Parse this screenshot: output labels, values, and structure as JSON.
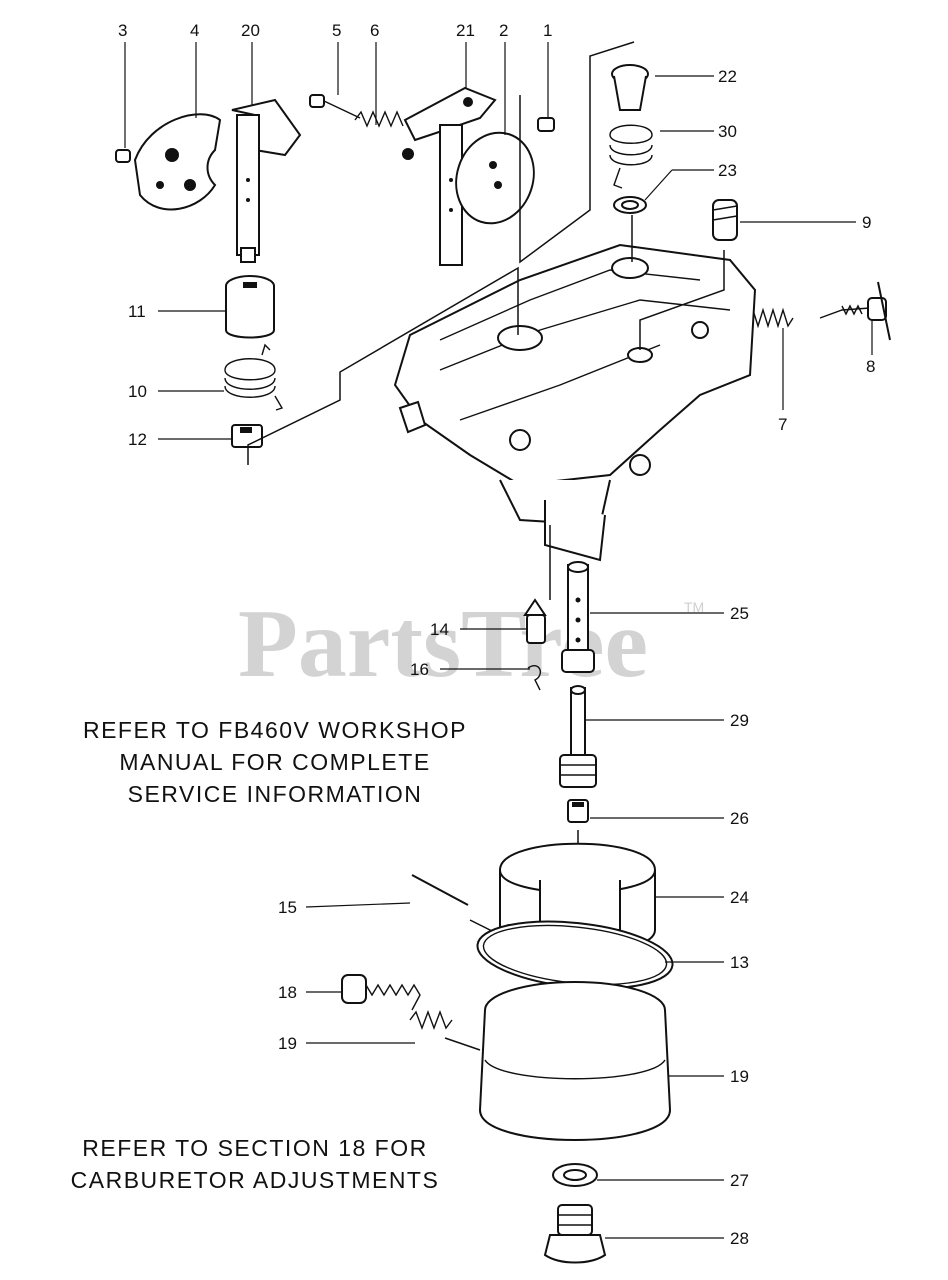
{
  "watermark": {
    "text": "PartsTree",
    "tm": "TM"
  },
  "notes": {
    "workshop": [
      "REFER TO FB460V WORKSHOP",
      "MANUAL FOR COMPLETE",
      "SERVICE INFORMATION"
    ],
    "adjustments": [
      "REFER TO SECTION 18 FOR",
      "CARBURETOR ADJUSTMENTS"
    ]
  },
  "callouts": {
    "c3": "3",
    "c4": "4",
    "c20": "20",
    "c5": "5",
    "c6": "6",
    "c21": "21",
    "c2": "2",
    "c1": "1",
    "c22": "22",
    "c30": "30",
    "c23": "23",
    "c9": "9",
    "c8": "8",
    "c7": "7",
    "c11": "11",
    "c10": "10",
    "c12": "12",
    "c25": "25",
    "c14": "14",
    "c16": "16",
    "c29": "29",
    "c26": "26",
    "c24": "24",
    "c15": "15",
    "c13": "13",
    "c18": "18",
    "c19a": "19",
    "c19b": "19",
    "c27": "27",
    "c28": "28"
  }
}
